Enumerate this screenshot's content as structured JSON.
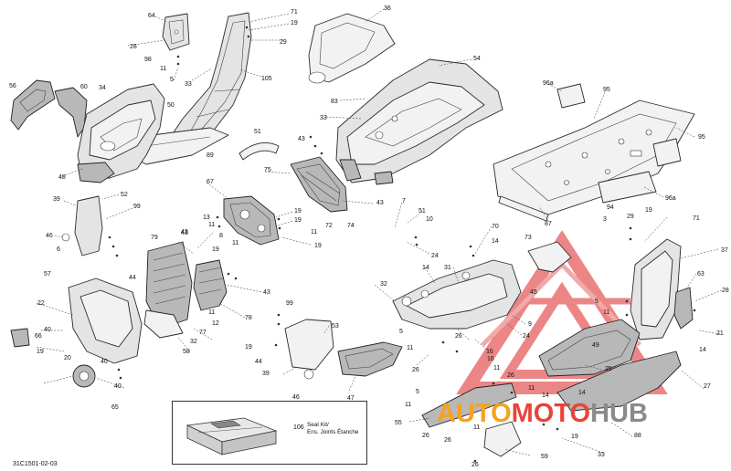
{
  "document": {
    "code": "31C1501-02-03"
  },
  "seal_kit": {
    "number": "106",
    "label_line1": "Seal Kit/",
    "label_line2": "Ens. Joints Étanche"
  },
  "watermark": {
    "word1": "AUTO",
    "word2": "MOTO",
    "word3": "HUB",
    "color_orange": "#f6a21f",
    "color_red": "#e9433b",
    "color_gray": "#8a8a8a"
  },
  "callouts": [
    "64",
    "71",
    "19",
    "29",
    "28",
    "98",
    "11",
    "5",
    "33",
    "105",
    "36",
    "56",
    "60",
    "34",
    "50",
    "89",
    "51",
    "43",
    "54",
    "83",
    "33",
    "96a",
    "95",
    "95",
    "96a",
    "48",
    "39",
    "52",
    "99",
    "46",
    "6",
    "67",
    "13",
    "11",
    "19",
    "19",
    "11",
    "43",
    "19",
    "75",
    "72",
    "74",
    "43",
    "7",
    "51",
    "10",
    "24",
    "70",
    "14",
    "73",
    "37",
    "8",
    "11",
    "19",
    "79",
    "43",
    "44",
    "11",
    "12",
    "77",
    "78",
    "43",
    "57",
    "22",
    "40",
    "66",
    "19",
    "20",
    "40",
    "65",
    "58",
    "32",
    "99",
    "53",
    "44",
    "19",
    "39",
    "46",
    "47",
    "32",
    "14",
    "31",
    "16",
    "87",
    "94",
    "3",
    "29",
    "19",
    "71",
    "45",
    "63",
    "28",
    "21",
    "14",
    "5",
    "11",
    "5",
    "11",
    "9",
    "24",
    "26",
    "26",
    "16",
    "11",
    "49",
    "25",
    "27",
    "26",
    "14",
    "11",
    "5",
    "11",
    "55",
    "26",
    "11",
    "26",
    "88",
    "19",
    "33",
    "26",
    "59",
    "14",
    "40"
  ]
}
